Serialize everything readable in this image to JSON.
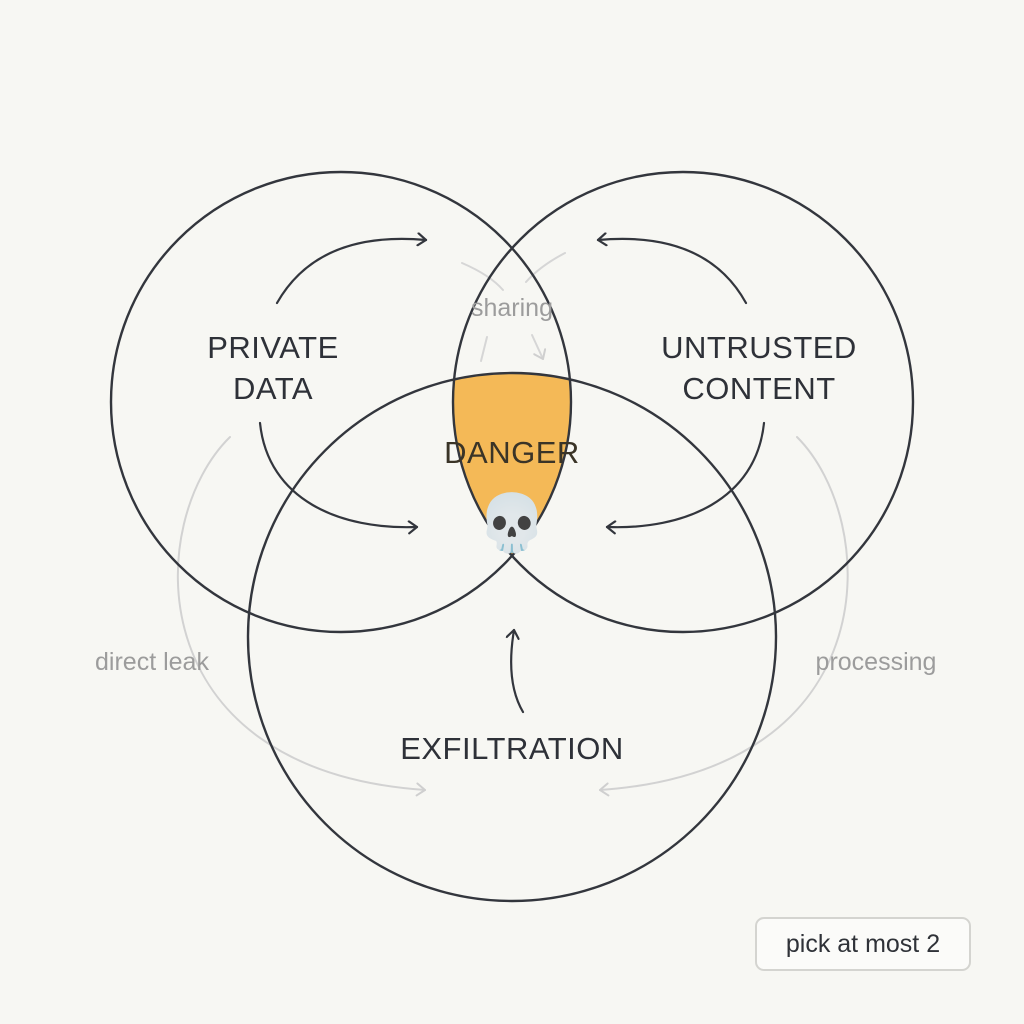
{
  "sets": {
    "private_data": {
      "line1": "PRIVATE",
      "line2": "DATA"
    },
    "untrusted_content": {
      "line1": "UNTRUSTED",
      "line2": "CONTENT"
    },
    "exfiltration": {
      "label": "EXFILTRATION"
    }
  },
  "center": {
    "label": "DANGER",
    "icon": "skull-icon",
    "glyph": "💀",
    "fill_color": "#f4b957"
  },
  "flows": {
    "sharing": "sharing",
    "direct_leak": "direct leak",
    "processing": "processing"
  },
  "note": "pick at most 2",
  "colors": {
    "background": "#f7f7f3",
    "circle_stroke": "#33363d",
    "arrow_dark": "#33363d",
    "arrow_faint": "#cfcfcf",
    "danger_fill": "#f4b957"
  }
}
